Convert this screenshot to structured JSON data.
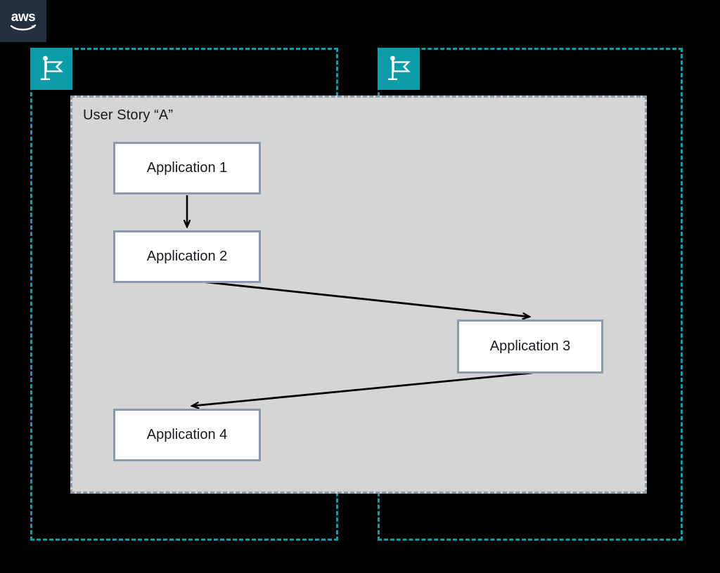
{
  "branding": {
    "logo_name": "aws-logo",
    "logo_text": "aws",
    "logo_bg": "#232F3E"
  },
  "colors": {
    "teal": "#0D9DAA",
    "region_fill": "#D5D5D5",
    "region_border": "#8C9BAB",
    "node_fill": "#FFFFFF",
    "node_border": "#8C9BAB",
    "edge": "#000000",
    "canvas": "#000000"
  },
  "groups": [
    {
      "name": "left-boundary-group",
      "icon": "flag-icon",
      "label": ""
    },
    {
      "name": "right-boundary-group",
      "icon": "flag-icon",
      "label": ""
    }
  ],
  "story": {
    "title": "User Story “A”"
  },
  "nodes": [
    {
      "id": "app1",
      "label": "Application 1"
    },
    {
      "id": "app2",
      "label": "Application 2"
    },
    {
      "id": "app3",
      "label": "Application 3"
    },
    {
      "id": "app4",
      "label": "Application 4"
    }
  ],
  "edges": [
    {
      "from": "app1",
      "to": "app2",
      "style": "solid-arrow"
    },
    {
      "from": "app2",
      "to": "app3",
      "style": "solid-arrow"
    },
    {
      "from": "app3",
      "to": "app4",
      "style": "solid-arrow"
    }
  ]
}
